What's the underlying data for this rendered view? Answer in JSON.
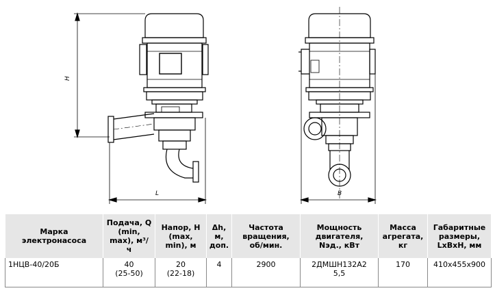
{
  "drawing": {
    "dim_height": "H",
    "dim_length": "L",
    "dim_width": "B"
  },
  "table": {
    "headers": [
      "Марка\nэлектронасоса",
      "Подача, Q\n(min,\nmax), м³/\nч",
      "Напор, Н\n(max,\nmin), м",
      "Δh,\nм,\nдоп.",
      "Частота\nвращения,\nоб/мин.",
      "Мощность\nдвигателя,\nNэд., кВт",
      "Масса\nагрегата,\nкг",
      "Габаритные\nразмеры,\nLxBxH, мм"
    ],
    "rows": [
      [
        "1НЦВ-40/20Б",
        "40\n(25-50)",
        "20\n(22-18)",
        "4",
        "2900",
        "2ДМШН132А2\n5,5",
        "170",
        "410x455x900"
      ]
    ]
  }
}
